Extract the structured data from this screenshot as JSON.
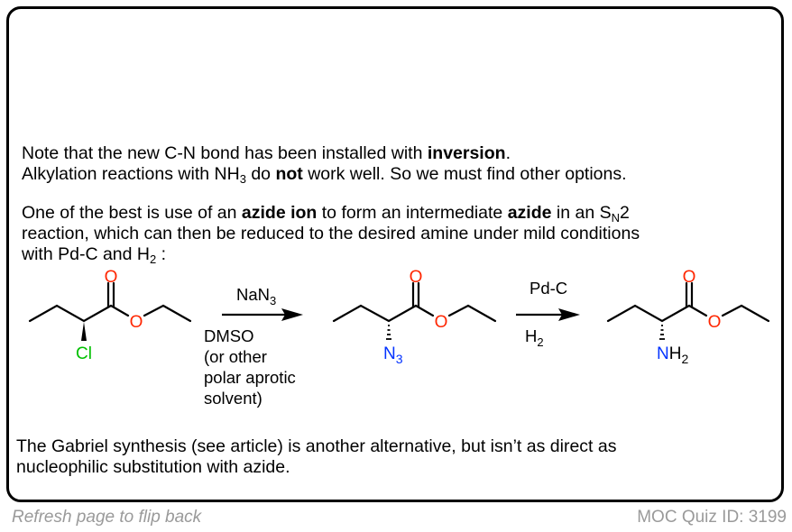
{
  "card": {
    "paragraph1": {
      "line1_pre": "Note that the new C-N bond has been installed with ",
      "line1_bold": "inversion",
      "line1_post": ".",
      "line2_pre": "Alkylation reactions with NH",
      "line2_sub": "3",
      "line2_mid": " do ",
      "line2_bold": "not",
      "line2_post": " work well. So we must find other options."
    },
    "paragraph2": {
      "line1_pre": "One of the best is use of an ",
      "line1_bold1": "azide ion",
      "line1_mid": " to form an intermediate ",
      "line1_bold2": "azide",
      "line1_post": " in an S",
      "line1_sub": "N",
      "line1_end": "2",
      "line2": "reaction, which can then be reduced to the desired amine under mild conditions",
      "line3_pre": "with Pd-C and H",
      "line3_sub": "2",
      "line3_post": " :"
    },
    "scheme": {
      "molecule1": {
        "name": "ethyl 2-chlorobutanoate",
        "carbonyl_o": "O",
        "ester_o": "O",
        "substituent": "Cl",
        "stereo": "wedge"
      },
      "arrow1": {
        "above_pre": "NaN",
        "above_sub": "3",
        "below": [
          "DMSO",
          "(or other",
          "polar aprotic",
          "solvent)"
        ]
      },
      "molecule2": {
        "name": "ethyl 2-azidobutanoate",
        "carbonyl_o": "O",
        "ester_o": "O",
        "substituent_pre": "N",
        "substituent_sub": "3",
        "stereo": "hash"
      },
      "arrow2": {
        "above": "Pd-C",
        "below_pre": "H",
        "below_sub": "2"
      },
      "molecule3": {
        "name": "ethyl 2-aminobutanoate",
        "carbonyl_o": "O",
        "ester_o": "O",
        "substituent_n": "N",
        "substituent_h": "H",
        "substituent_sub": "2",
        "stereo": "hash"
      }
    },
    "paragraph3": {
      "line1": "The Gabriel synthesis (see article) is another alternative, but isn’t as direct as",
      "line2": "nucleophilic substitution with azide."
    }
  },
  "footer": {
    "flip_hint": "Refresh page to flip back",
    "quiz_id": "MOC Quiz ID: 3199"
  },
  "colors": {
    "oxygen": "#ff2600",
    "chlorine": "#00c000",
    "nitrogen": "#0433ff",
    "footer_text": "#9a9a9a",
    "border": "#000000"
  }
}
